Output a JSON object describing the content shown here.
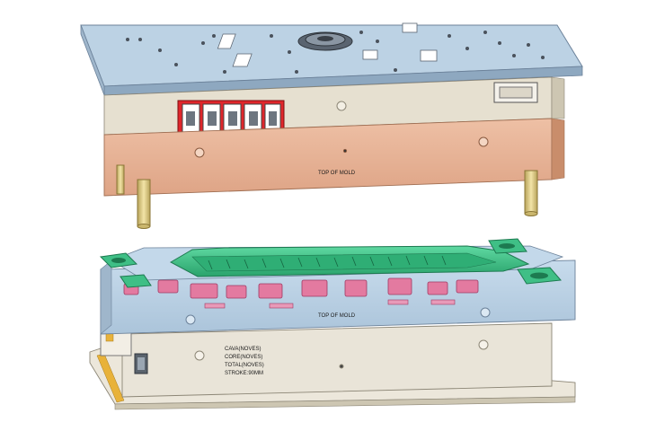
{
  "upper_half": {
    "plate_label": "TOP OF MOLD"
  },
  "lower_half": {
    "plate_label": "TOP OF MOLD",
    "nameplate": {
      "line1": "CAVA(NOVES)",
      "line2": "CORE(NOVES)",
      "line3": "TOTAL(NOVES)",
      "line4": "STROKE:90MM"
    }
  },
  "colors": {
    "plate_blue": "#b8cfe2",
    "plate_blue_dark": "#8fa9c0",
    "copper": "#e6b497",
    "copper_dark": "#c98d6b",
    "core_green": "#3fbf86",
    "insert_pink": "#e36f9a",
    "pillar": "#e2cf86",
    "hot_runner_red": "#e0262b",
    "clamp_plate": "#e7e2d6"
  }
}
